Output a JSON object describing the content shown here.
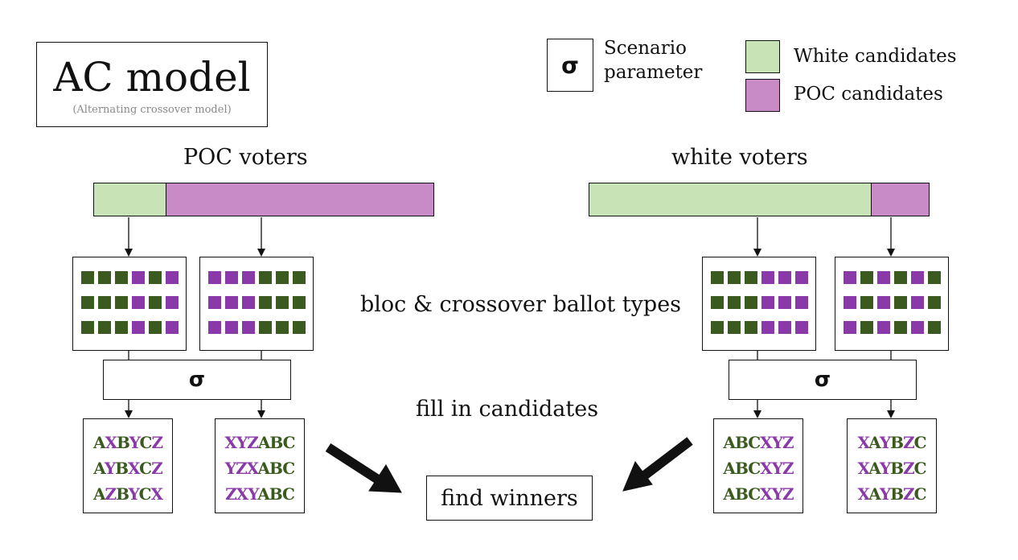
{
  "title": {
    "main": "AC model",
    "subtitle": "(Alternating crossover model)"
  },
  "legend": {
    "sigma_symbol": "σ",
    "sigma_label_line1": "Scenario",
    "sigma_label_line2": "parameter",
    "white_candidates": "White candidates",
    "poc_candidates": "POC candidates",
    "colors": {
      "white_light": "#c8e3b6",
      "poc_light": "#c98ac8",
      "white_dark": "#3a5a1f",
      "poc_dark": "#8a3aa8"
    }
  },
  "groups": {
    "poc": {
      "title": "POC voters",
      "bar_fractions": {
        "white_support": 0.21,
        "poc_support": 0.79
      },
      "bloc_ballot_rows": [
        [
          "g",
          "g",
          "g",
          "p",
          "g",
          "p"
        ],
        [
          "g",
          "g",
          "g",
          "p",
          "g",
          "p"
        ],
        [
          "g",
          "g",
          "g",
          "p",
          "g",
          "p"
        ]
      ],
      "cross_ballot_rows": [
        [
          "p",
          "p",
          "p",
          "g",
          "g",
          "g"
        ],
        [
          "p",
          "p",
          "p",
          "g",
          "g",
          "g"
        ],
        [
          "p",
          "p",
          "p",
          "g",
          "g",
          "g"
        ]
      ],
      "bloc_filled": [
        [
          [
            "A",
            "g"
          ],
          [
            "X",
            "p"
          ],
          [
            "B",
            "g"
          ],
          [
            "Y",
            "p"
          ],
          [
            "C",
            "g"
          ],
          [
            "Z",
            "p"
          ]
        ],
        [
          [
            "A",
            "g"
          ],
          [
            "Y",
            "p"
          ],
          [
            "B",
            "g"
          ],
          [
            "X",
            "p"
          ],
          [
            "C",
            "g"
          ],
          [
            "Z",
            "p"
          ]
        ],
        [
          [
            "A",
            "g"
          ],
          [
            "Z",
            "p"
          ],
          [
            "B",
            "g"
          ],
          [
            "Y",
            "p"
          ],
          [
            "C",
            "g"
          ],
          [
            "X",
            "p"
          ]
        ]
      ],
      "cross_filled": [
        [
          [
            "X",
            "p"
          ],
          [
            "Y",
            "p"
          ],
          [
            "Z",
            "p"
          ],
          [
            "A",
            "g"
          ],
          [
            "B",
            "g"
          ],
          [
            "C",
            "g"
          ]
        ],
        [
          [
            "Y",
            "p"
          ],
          [
            "Z",
            "p"
          ],
          [
            "X",
            "p"
          ],
          [
            "A",
            "g"
          ],
          [
            "B",
            "g"
          ],
          [
            "C",
            "g"
          ]
        ],
        [
          [
            "Z",
            "p"
          ],
          [
            "X",
            "p"
          ],
          [
            "Y",
            "p"
          ],
          [
            "A",
            "g"
          ],
          [
            "B",
            "g"
          ],
          [
            "C",
            "g"
          ]
        ]
      ]
    },
    "white": {
      "title": "white voters",
      "bar_fractions": {
        "white_support": 0.83,
        "poc_support": 0.17
      },
      "bloc_ballot_rows": [
        [
          "g",
          "g",
          "g",
          "p",
          "p",
          "p"
        ],
        [
          "g",
          "g",
          "g",
          "p",
          "p",
          "p"
        ],
        [
          "g",
          "g",
          "g",
          "p",
          "p",
          "p"
        ]
      ],
      "cross_ballot_rows": [
        [
          "p",
          "g",
          "p",
          "g",
          "p",
          "g"
        ],
        [
          "p",
          "g",
          "p",
          "g",
          "p",
          "g"
        ],
        [
          "p",
          "g",
          "p",
          "g",
          "p",
          "g"
        ]
      ],
      "bloc_filled": [
        [
          [
            "A",
            "g"
          ],
          [
            "B",
            "g"
          ],
          [
            "C",
            "g"
          ],
          [
            "X",
            "p"
          ],
          [
            "Y",
            "p"
          ],
          [
            "Z",
            "p"
          ]
        ],
        [
          [
            "A",
            "g"
          ],
          [
            "B",
            "g"
          ],
          [
            "C",
            "g"
          ],
          [
            "X",
            "p"
          ],
          [
            "Y",
            "p"
          ],
          [
            "Z",
            "p"
          ]
        ],
        [
          [
            "A",
            "g"
          ],
          [
            "B",
            "g"
          ],
          [
            "C",
            "g"
          ],
          [
            "X",
            "p"
          ],
          [
            "Y",
            "p"
          ],
          [
            "Z",
            "p"
          ]
        ]
      ],
      "cross_filled": [
        [
          [
            "X",
            "p"
          ],
          [
            "A",
            "g"
          ],
          [
            "Y",
            "p"
          ],
          [
            "B",
            "g"
          ],
          [
            "Z",
            "p"
          ],
          [
            "C",
            "g"
          ]
        ],
        [
          [
            "X",
            "p"
          ],
          [
            "A",
            "g"
          ],
          [
            "Y",
            "p"
          ],
          [
            "B",
            "g"
          ],
          [
            "Z",
            "p"
          ],
          [
            "C",
            "g"
          ]
        ],
        [
          [
            "X",
            "p"
          ],
          [
            "A",
            "g"
          ],
          [
            "Y",
            "p"
          ],
          [
            "B",
            "g"
          ],
          [
            "Z",
            "p"
          ],
          [
            "C",
            "g"
          ]
        ]
      ]
    }
  },
  "labels": {
    "ballot_types": "bloc & crossover ballot types",
    "fill_in": "fill in candidates",
    "find_winners": "find winners",
    "sigma": "σ"
  }
}
